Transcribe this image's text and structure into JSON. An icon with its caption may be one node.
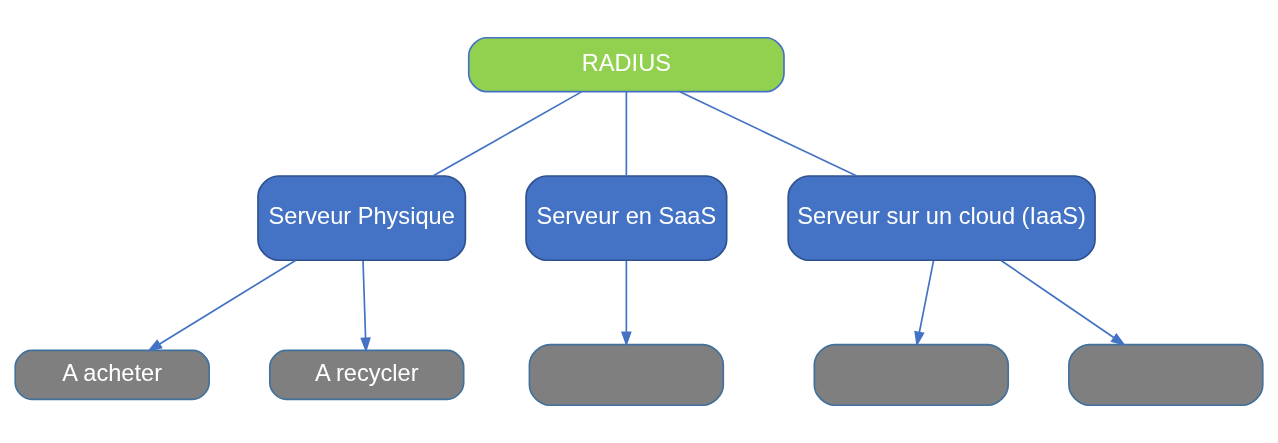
{
  "diagram": {
    "nodes": [
      {
        "text": [
          "RADIUS"
        ]
      },
      {
        "text": [
          "Serveur Physique"
        ]
      },
      {
        "text": [
          "Serveur en SaaS"
        ]
      },
      {
        "text": [
          "Serveur sur un cloud (IaaS)"
        ]
      },
      {
        "text": [
          "A acheter"
        ]
      },
      {
        "text": [
          "A recycler"
        ]
      },
      {
        "text": [],
        "shape": "box"
      },
      {
        "text": [],
        "shape": "box"
      },
      {
        "text": [],
        "shape": "box"
      }
    ],
    "edges": [
      {
        "from": 0,
        "to": 1,
        "arrow": "none"
      },
      {
        "from": 0,
        "to": 2,
        "arrow": "none"
      },
      {
        "from": 0,
        "to": 3,
        "arrow": "none"
      },
      {
        "from": 1,
        "to": 4,
        "arrow": "to"
      },
      {
        "from": 1,
        "to": 5,
        "arrow": "to"
      },
      {
        "from": 2,
        "to": 6,
        "arrow": "to"
      },
      {
        "from": 3,
        "to": 7,
        "arrow": "to"
      },
      {
        "from": 3,
        "to": 8,
        "arrow": "to"
      }
    ]
  }
}
